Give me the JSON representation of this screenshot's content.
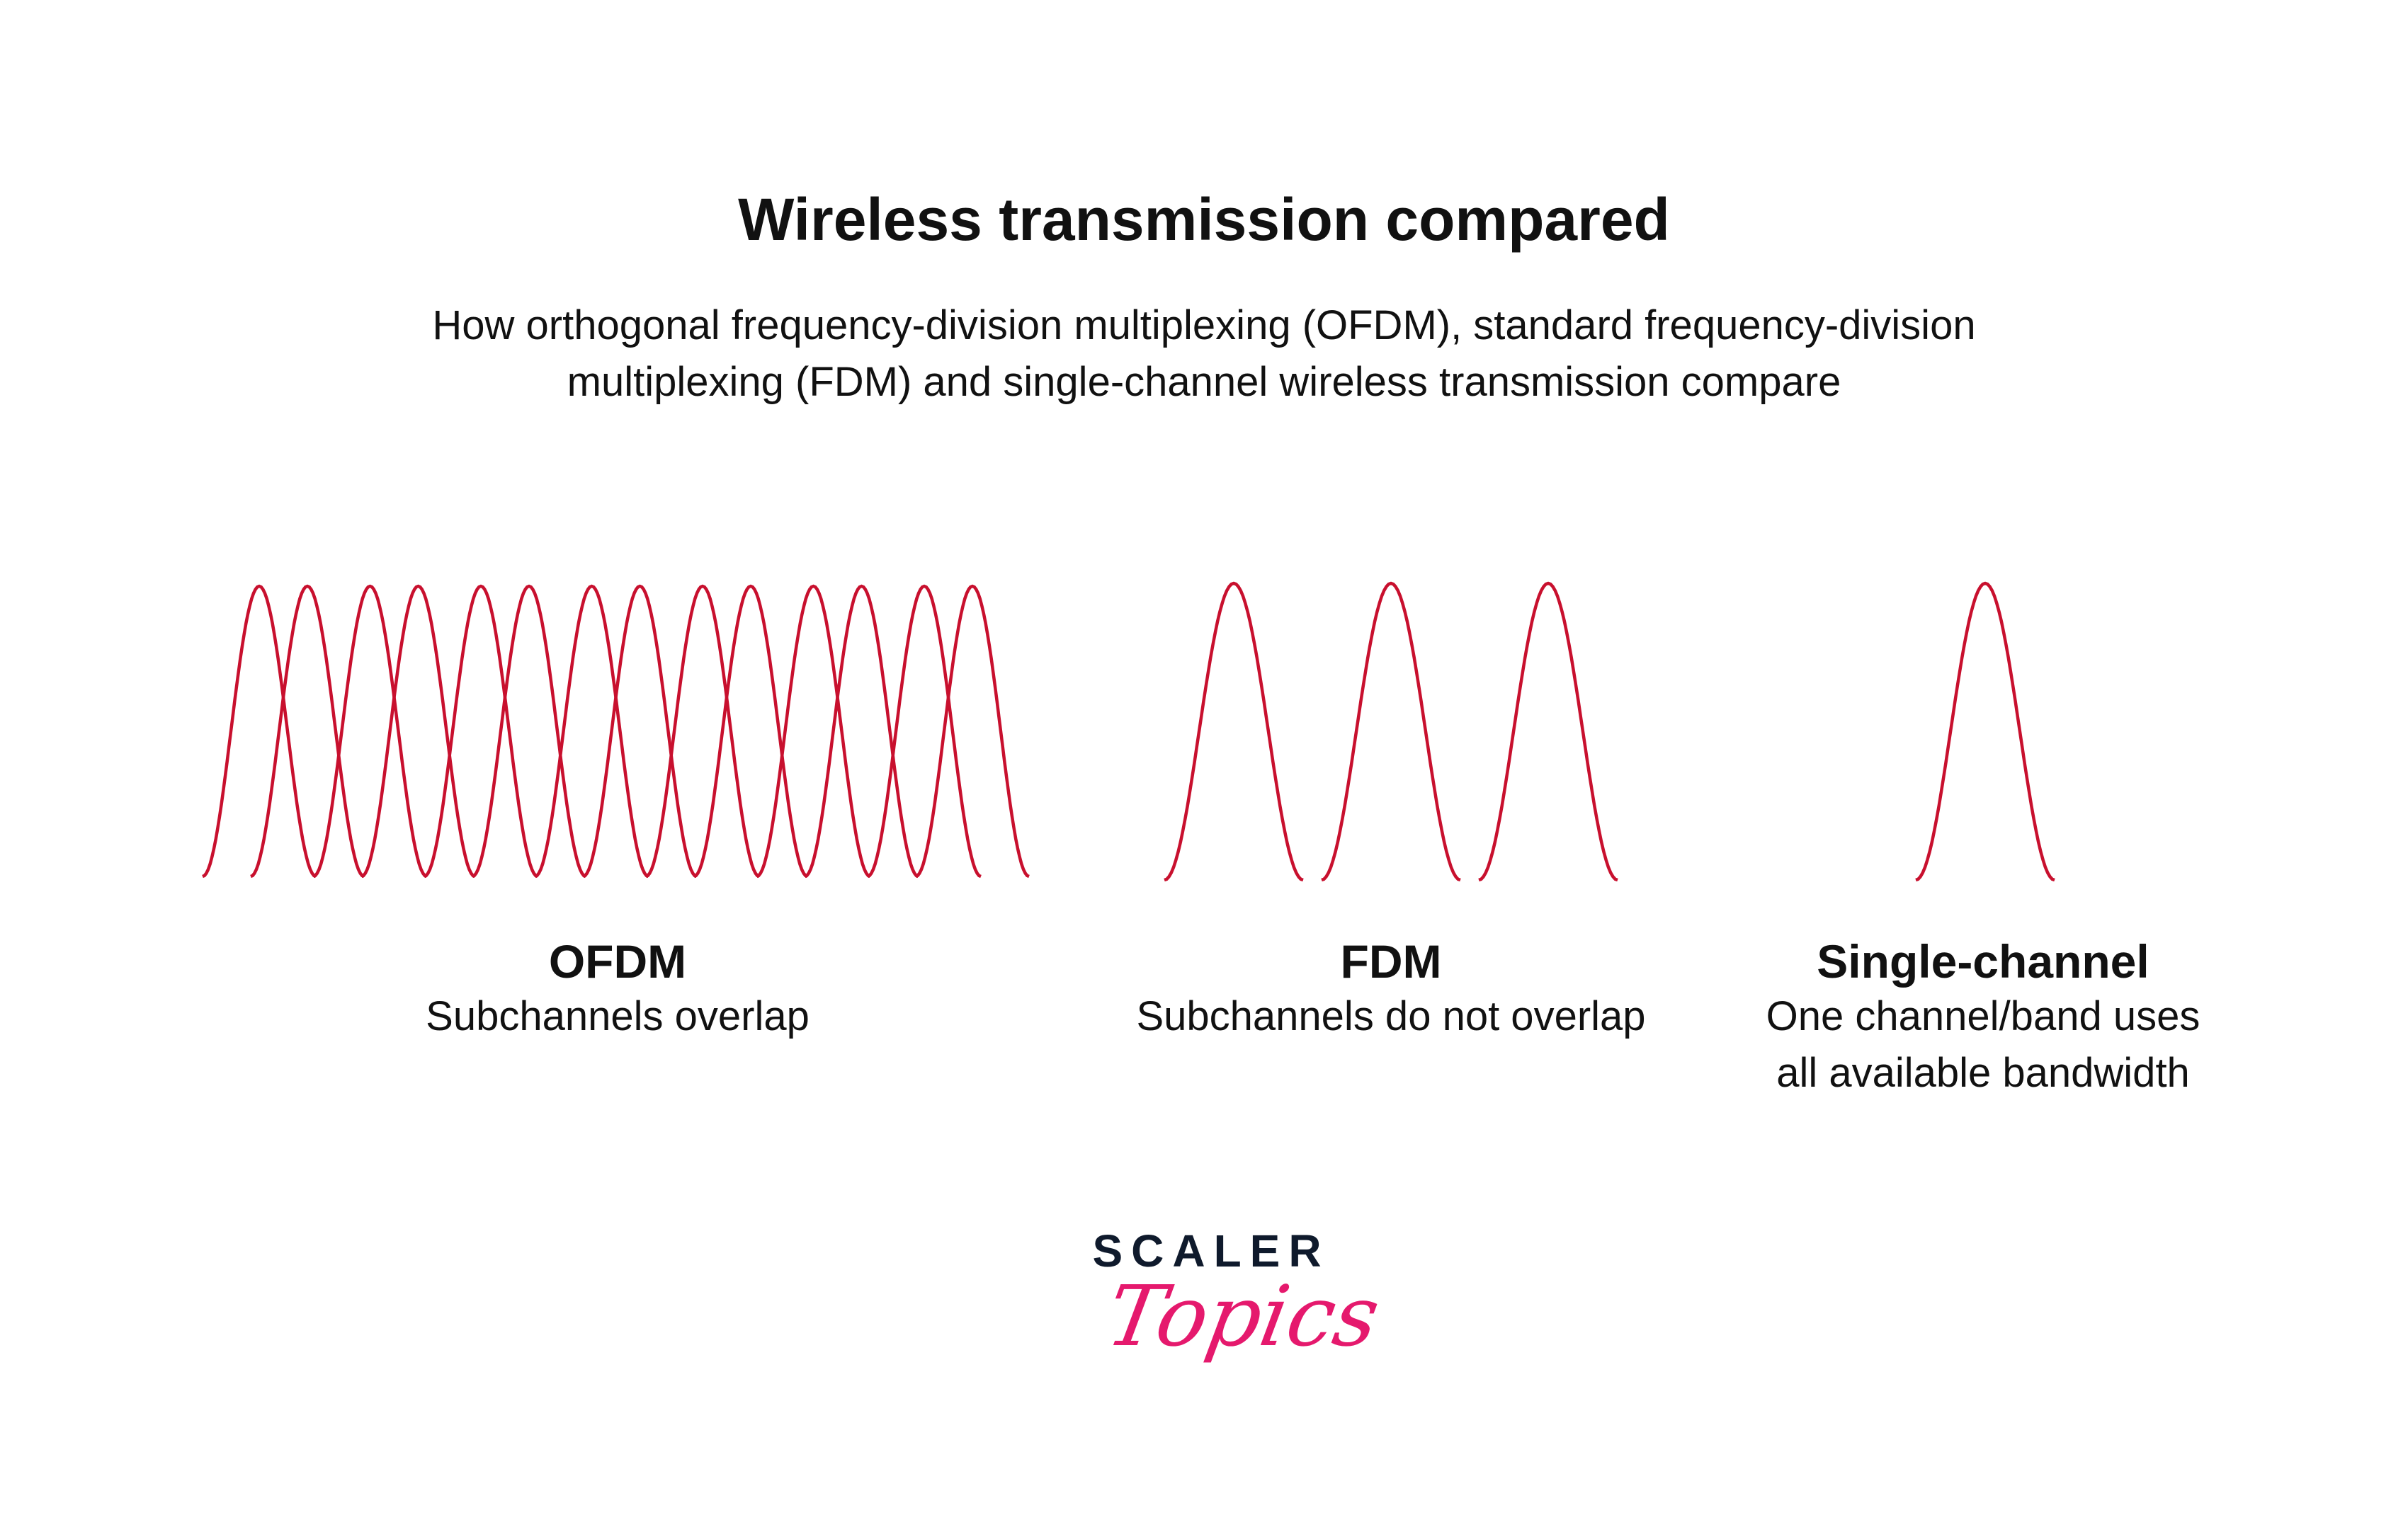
{
  "header": {
    "title": "Wireless transmission compared",
    "subtitle_line1": "How orthogonal frequency-division multiplexing (OFDM), standard frequency-division",
    "subtitle_line2": "multiplexing (FDM) and single-channel wireless transmission compare"
  },
  "panels": [
    {
      "label": "OFDM",
      "description": [
        "Subchannels overlap"
      ],
      "subchannels": 14,
      "overlap": true
    },
    {
      "label": "FDM",
      "description": [
        "Subchannels do not overlap"
      ],
      "subchannels": 3,
      "overlap": false
    },
    {
      "label": "Single-channel",
      "description": [
        "One channel/band uses",
        "all available bandwidth"
      ],
      "subchannels": 1,
      "overlap": false
    }
  ],
  "logo": {
    "line1": "SCALER",
    "line2": "Topics"
  },
  "colors": {
    "curve": "#c8102e",
    "logo_dark": "#0f1a2c",
    "logo_pink": "#e5196d",
    "text": "#111111"
  }
}
